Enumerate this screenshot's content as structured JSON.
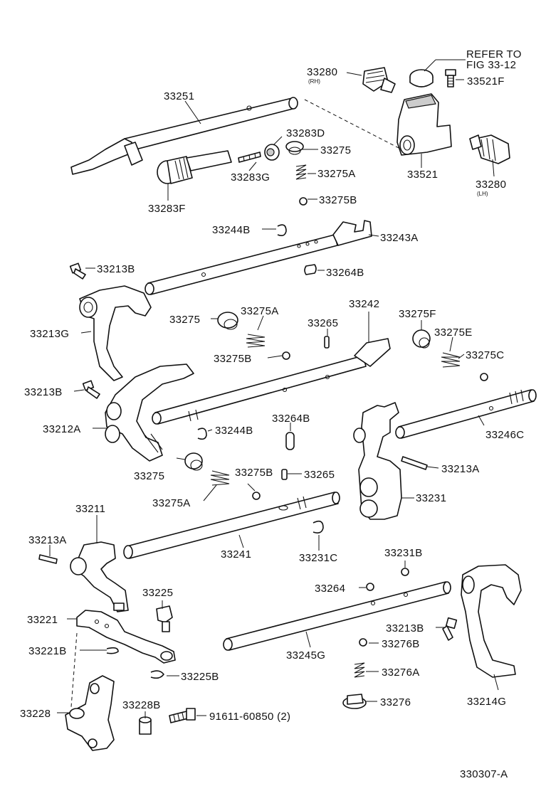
{
  "figure_code": "330307-A",
  "refer_note": [
    "REFER TO",
    "FIG 33-12"
  ],
  "side_rh": "(RH)",
  "side_lh": "(LH)",
  "labels": {
    "p33251": "33251",
    "p33280_rh": "33280",
    "p33521f": "33521F",
    "p33283d": "33283D",
    "p33275_top": "33275",
    "p33283g": "33283G",
    "p33275a_top": "33275A",
    "p33521": "33521",
    "p33280_lh": "33280",
    "p33283f": "33283F",
    "p33275b_top": "33275B",
    "p33244b_top": "33244B",
    "p33243a": "33243A",
    "p33213b_top": "33213B",
    "p33264b_top": "33264B",
    "p33213g": "33213G",
    "p33275_mid": "33275",
    "p33275a_mid": "33275A",
    "p33265_top": "33265",
    "p33242": "33242",
    "p33275f": "33275F",
    "p33275e": "33275E",
    "p33275c": "33275C",
    "p33275b_mid": "33275B",
    "p33213b_mid": "33213B",
    "p33212a": "33212A",
    "p33244b_mid": "33244B",
    "p33264b_mid": "33264B",
    "p33246c": "33246C",
    "p33213a_right": "33213A",
    "p33275_low": "33275",
    "p33275b_low": "33275B",
    "p33265_low": "33265",
    "p33275a_low": "33275A",
    "p33231": "33231",
    "p33211": "33211",
    "p33213a_left": "33213A",
    "p33241": "33241",
    "p33231c": "33231C",
    "p33231b": "33231B",
    "p33225": "33225",
    "p33264": "33264",
    "p33221": "33221",
    "p33213b_low": "33213B",
    "p33221b": "33221B",
    "p33245g": "33245G",
    "p33276b": "33276B",
    "p33225b": "33225B",
    "p33276a": "33276A",
    "p33228": "33228",
    "p33228b": "33228B",
    "p91611": "91611-60850 (2)",
    "p33276": "33276",
    "p33214g": "33214G"
  }
}
